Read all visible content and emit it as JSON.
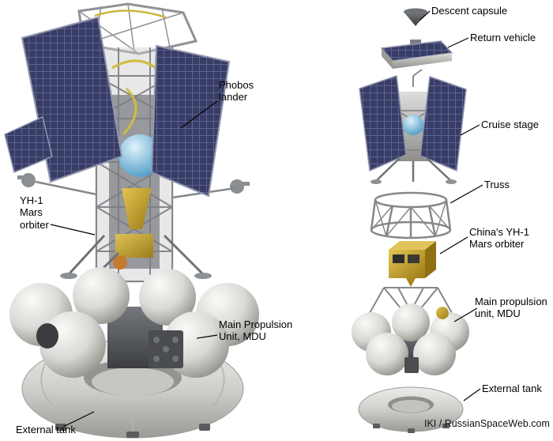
{
  "diagram": {
    "credit": "IKI / RussianSpaceWeb.com",
    "labels": {
      "phobos_lander": "Phobos\nlander",
      "yh1_left": "YH-1\nMars\norbiter",
      "mdu_left": "Main Propulsion\nUnit, MDU",
      "external_tank_left": "External tank",
      "descent_capsule": "Descent capsule",
      "return_vehicle": "Return vehicle",
      "cruise_stage": "Cruise stage",
      "truss": "Truss",
      "yh1_right": "China's YH-1\nMars orbiter",
      "mdu_right": "Main propulsion\nunit, MDU",
      "external_tank_right": "External tank"
    },
    "colors": {
      "solar_panel": "#383d66",
      "structure_gray": "#8e8e8b",
      "tank_gray": "#cfcfcb",
      "gold": "#c8a232",
      "blue_sphere": "#4e9cc6",
      "leader_line": "#000000"
    }
  }
}
